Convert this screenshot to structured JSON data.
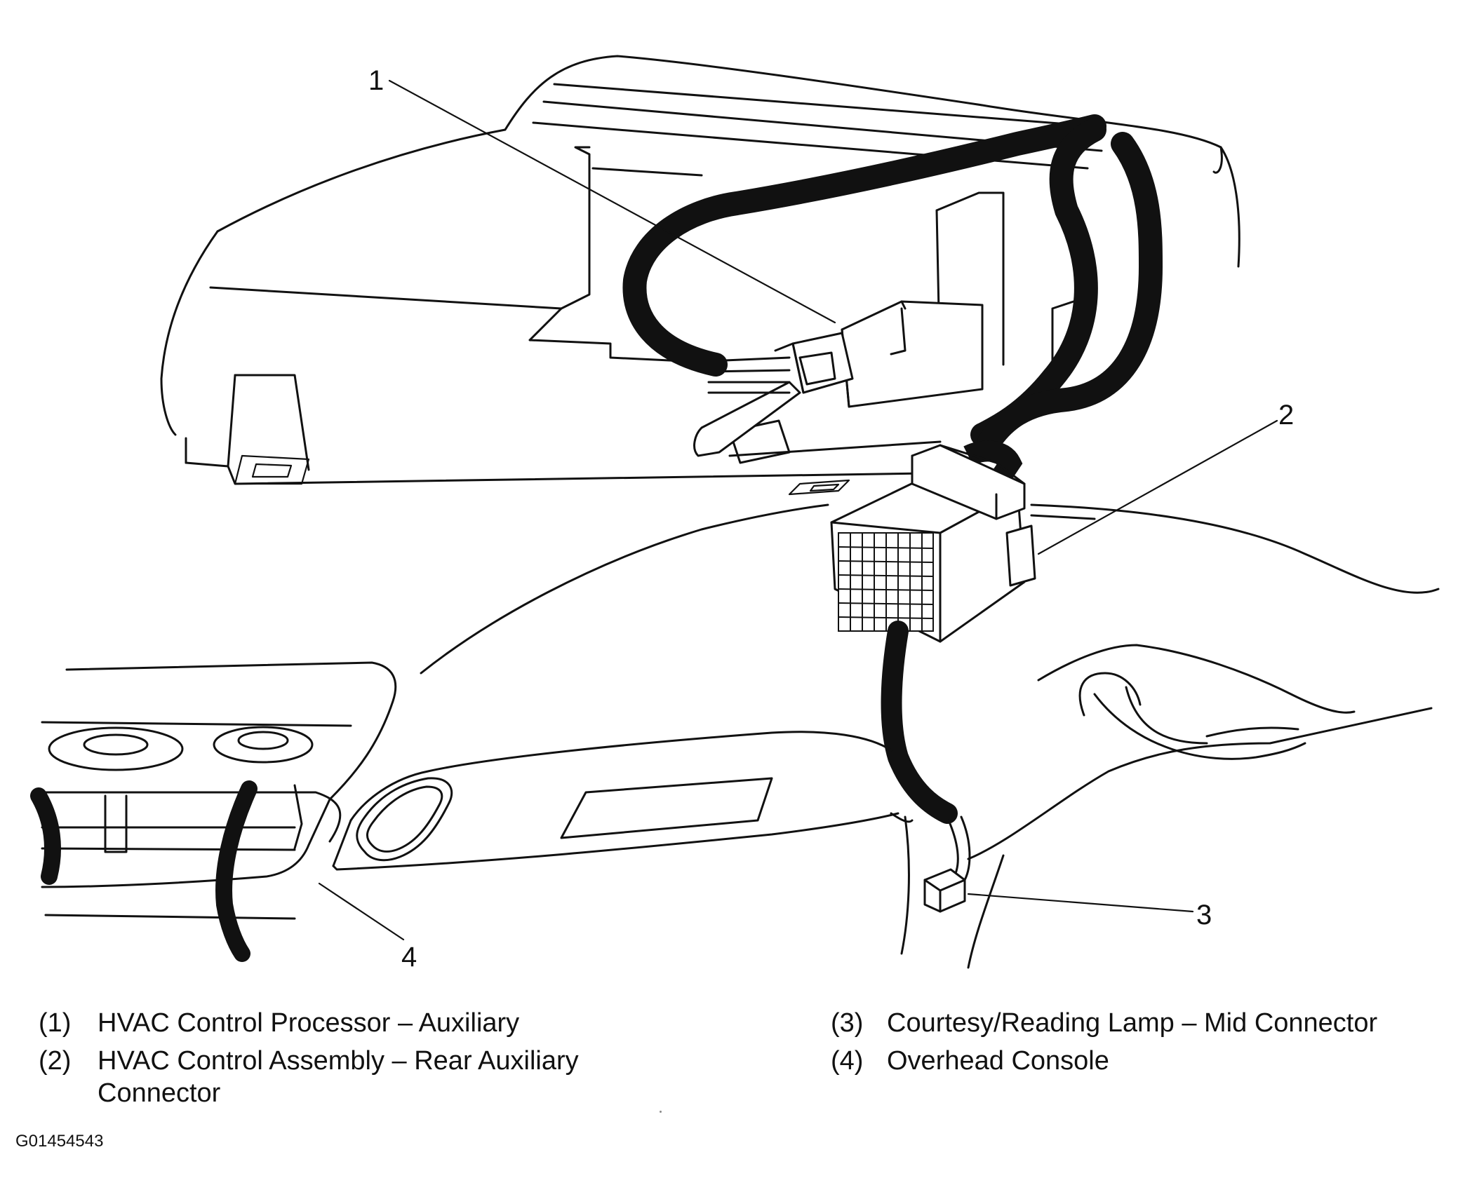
{
  "callouts": [
    {
      "id": "1"
    },
    {
      "id": "2"
    },
    {
      "id": "3"
    },
    {
      "id": "4"
    }
  ],
  "legend": [
    {
      "num": "(1)",
      "text": "HVAC Control Processor – Auxiliary"
    },
    {
      "num": "(2)",
      "text": "HVAC Control Assembly – Rear Auxiliary",
      "text2": "Connector"
    },
    {
      "num": "(3)",
      "text": "Courtesy/Reading Lamp – Mid Connector"
    },
    {
      "num": "(4)",
      "text": "Overhead Console"
    }
  ],
  "figure_id": "G01454543"
}
